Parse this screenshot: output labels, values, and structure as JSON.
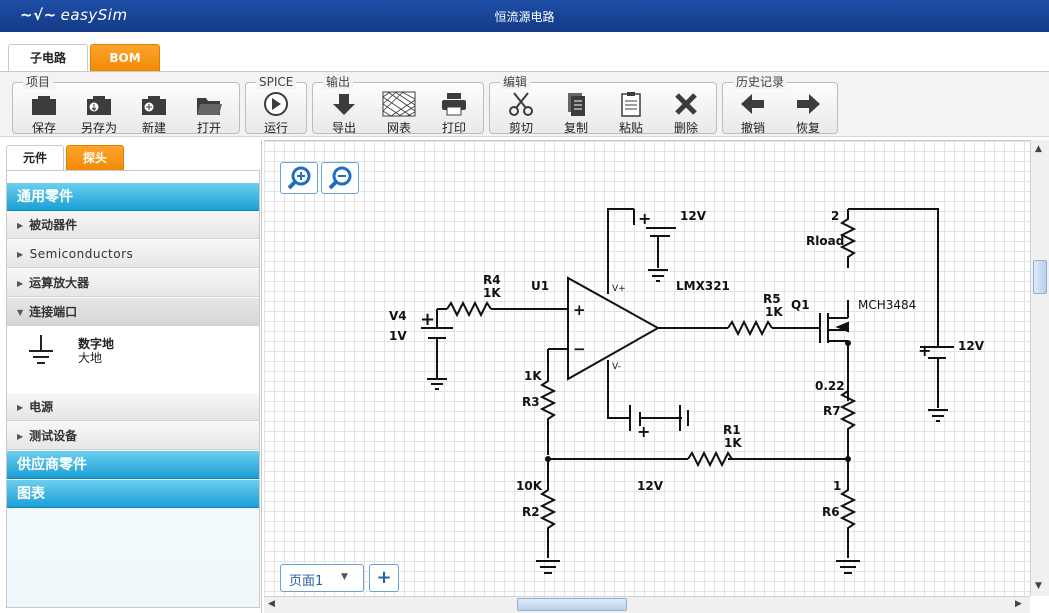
{
  "app": {
    "logo": "easySim",
    "title": "恒流源电路"
  },
  "top_tabs": [
    {
      "label": "子电路",
      "active": true
    },
    {
      "label": "BOM",
      "active": false
    }
  ],
  "toolbar": {
    "groups": [
      {
        "label": "项目",
        "tools": [
          "保存",
          "另存为",
          "新建",
          "打开"
        ]
      },
      {
        "label": "SPICE",
        "tools": [
          "运行"
        ]
      },
      {
        "label": "输出",
        "tools": [
          "导出",
          "网表",
          "打印"
        ]
      },
      {
        "label": "编辑",
        "tools": [
          "剪切",
          "复制",
          "粘贴",
          "删除"
        ]
      },
      {
        "label": "历史记录",
        "tools": [
          "撤销",
          "恢复"
        ]
      }
    ]
  },
  "left_tabs": [
    {
      "label": "元件",
      "active": true
    },
    {
      "label": "探头",
      "active": false
    }
  ],
  "library": {
    "categories": [
      "通用零件",
      "供应商零件",
      "图表"
    ],
    "subcategories": [
      "被动器件",
      "Semiconductors",
      "运算放大器",
      "连接端口",
      "电源",
      "测试设备"
    ],
    "open_item": {
      "name": "数字地",
      "desc": "大地"
    }
  },
  "page_selector": {
    "label": "页面1",
    "add": "+"
  },
  "schematic": {
    "V4": "V4",
    "V4_val": "1V",
    "R4": "R4",
    "R4_val": "1K",
    "U1": "U1",
    "vplus": "V+",
    "vminus": "V-",
    "lmx": "LMX321",
    "top12": "12V",
    "R5": "R5",
    "R5_val": "1K",
    "Q1": "Q1",
    "mch": "MCH3484",
    "node2": "2",
    "rload": "Rload",
    "right12": "12V",
    "r022": "0.22",
    "R7": "R7",
    "R3_val": "1K",
    "R3": "R3",
    "R1": "R1",
    "R1_val": "1K",
    "mid12": "12V",
    "R2_val": "10K",
    "R2": "R2",
    "R6_val": "1",
    "R6": "R6",
    "plus": "+",
    "minus": "−"
  },
  "colors": {
    "titlebar": "#1a459a",
    "accent_orange": "#f59a1a",
    "category_blue": "#1a9fd6"
  }
}
